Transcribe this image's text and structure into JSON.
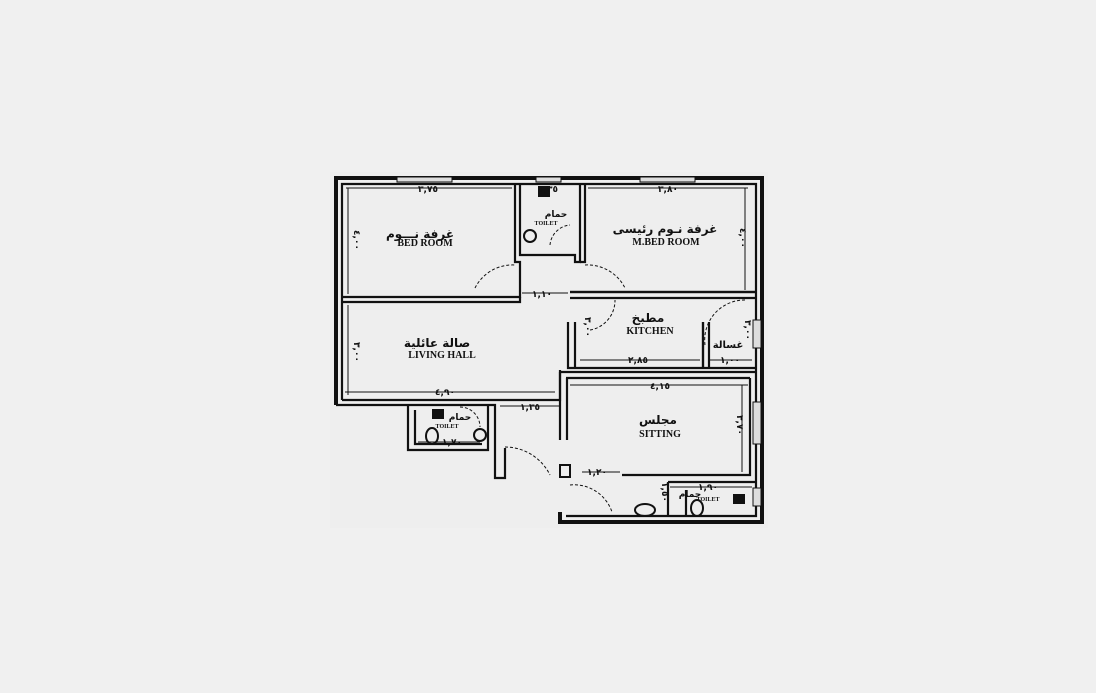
{
  "rooms": {
    "bedroom": {
      "ar": "غرفة نـــوم",
      "en": "BED ROOM"
    },
    "master_bedroom": {
      "ar": "غرفة نـوم رئيسى",
      "en": "M.BED ROOM"
    },
    "living_hall": {
      "ar": "صالة عائلية",
      "en": "LIVING HALL"
    },
    "kitchen": {
      "ar": "مطبخ",
      "en": "KITCHEN"
    },
    "laundry": {
      "ar": "غسالة"
    },
    "sitting": {
      "ar": "مجلس",
      "en": "SITTING"
    },
    "toilet_top": {
      "ar": "حمام",
      "en": "TOILET"
    },
    "toilet_left": {
      "ar": "حمام",
      "en": "TOILET"
    },
    "toilet_bottom": {
      "ar": "حمام",
      "en": "TOILET"
    }
  },
  "dimensions": {
    "bedroom_width": "٣,٧٥",
    "bedroom_depth": "٤,٠٠",
    "toilet_top_width": "١,٣٥",
    "master_bedroom_width": "٣,٨٠",
    "master_bedroom_depth": "٤,٠٠",
    "corridor_width": "١,١٠",
    "living_depth": "٣,٠٠",
    "living_width": "٤,٩٠",
    "kitchen_depth": "٣,٠٠",
    "kitchen_width": "٢,٨٥",
    "laundry_depth": "٣,٠٠",
    "laundry_width": "١,٠٠",
    "sitting_width": "٤,١٥",
    "sitting_depth": "٣,٧٠",
    "toilet_left_corridor": "١,٣٥",
    "toilet_left_width": "١,٧٠",
    "entry_width": "١,٢٠",
    "toilet_bottom_width": "١,٩٠",
    "toilet_bottom_depth": "١,٥٠"
  }
}
